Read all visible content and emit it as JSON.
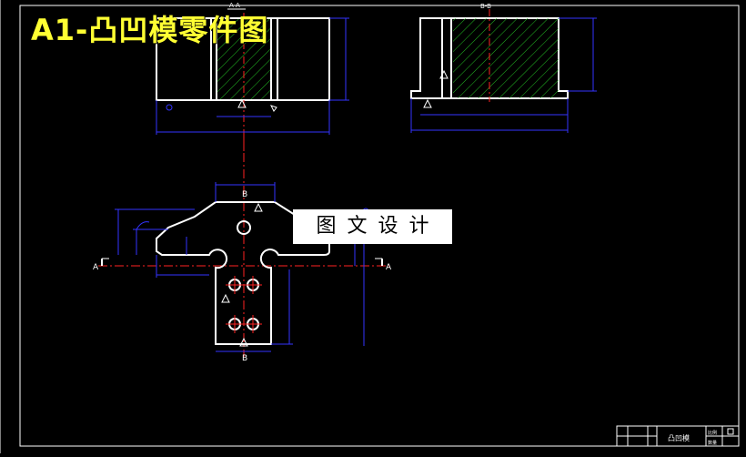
{
  "drawing": {
    "title": "A1-凸凹模零件图",
    "stamp": "图文设计",
    "section_aa_label": "A-A",
    "section_bb_label": "B-B",
    "cut_label_a": "A",
    "cut_label_b": "B",
    "title_block_part_name": "凸凹模",
    "title_block_label_1": "比例",
    "title_block_label_2": "数量"
  },
  "colors": {
    "background": "#000000",
    "outline": "#ffffff",
    "dimension": "#3333ff",
    "centerline": "#ff2222",
    "hatch": "#22bb22",
    "title": "#ffff33"
  }
}
